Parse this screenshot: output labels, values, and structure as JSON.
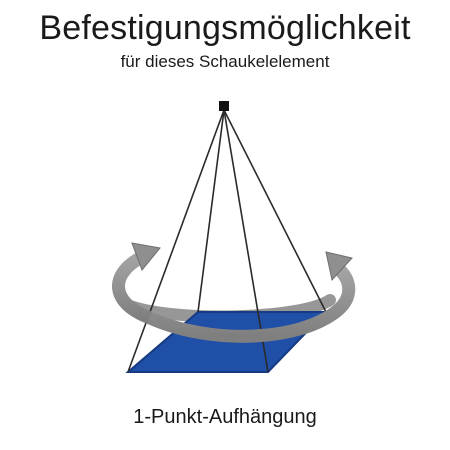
{
  "header": {
    "title": "Befestigungsmöglichkeit",
    "subtitle": "für dieses Schaukelelement"
  },
  "diagram": {
    "caption": "1-Punkt-Aufhängung",
    "colors": {
      "platform": "#1f4fa6",
      "platform_edge": "#163b80",
      "ropes": "#2b2b2b",
      "anchor": "#111111",
      "rotation_arrow": "#8c8c8c",
      "rotation_arrow_edge": "#6e6e6e"
    },
    "icons": [
      "anchor-point-icon",
      "rotation-arrow-icon"
    ]
  }
}
